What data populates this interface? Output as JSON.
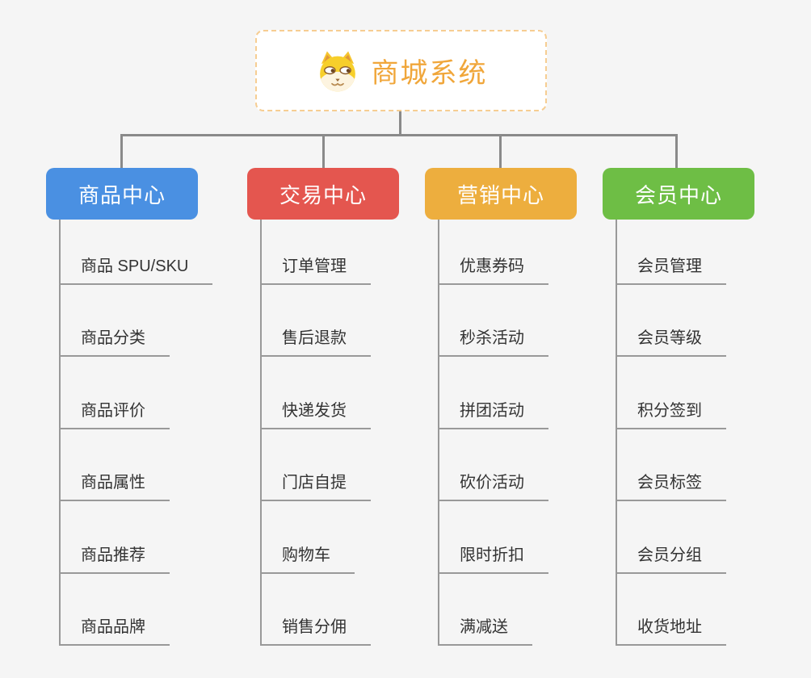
{
  "root": {
    "title": "商城系统",
    "icon": "shiba-dog-icon"
  },
  "branches": [
    {
      "label": "商品中心",
      "color": "#4a90e2",
      "items": [
        "商品 SPU/SKU",
        "商品分类",
        "商品评价",
        "商品属性",
        "商品推荐",
        "商品品牌"
      ]
    },
    {
      "label": "交易中心",
      "color": "#e4564f",
      "items": [
        "订单管理",
        "售后退款",
        "快递发货",
        "门店自提",
        "购物车",
        "销售分佣"
      ]
    },
    {
      "label": "营销中心",
      "color": "#edae3e",
      "items": [
        "优惠券码",
        "秒杀活动",
        "拼团活动",
        "砍价活动",
        "限时折扣",
        "满减送"
      ]
    },
    {
      "label": "会员中心",
      "color": "#6ebe45",
      "items": [
        "会员管理",
        "会员等级",
        "积分签到",
        "会员标签",
        "会员分组",
        "收货地址"
      ]
    }
  ],
  "colors": {
    "background": "#f5f5f5",
    "root_border": "#f6cd92",
    "root_text": "#f0a63a",
    "connector": "#8a8a8a",
    "trunk": "#999999",
    "leaf_text": "#333333"
  }
}
